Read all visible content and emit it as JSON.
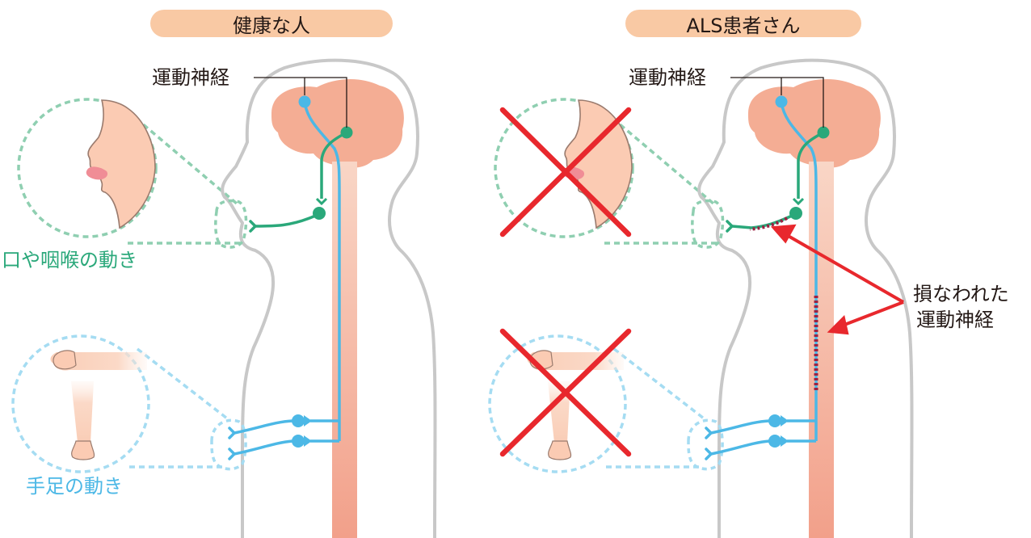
{
  "panels": {
    "healthy": {
      "title": "健康な人",
      "nerve_label": "運動神経"
    },
    "als": {
      "title": "ALS患者さん",
      "nerve_label": "運動神経"
    }
  },
  "captions": {
    "mouth": "口や咽喉の動き",
    "limbs": "手足の動き"
  },
  "damage_label": [
    "損なわれた",
    "運動神経"
  ],
  "colors": {
    "title_bg": "#f9c9a4",
    "upper_nerve": "#4cb8e6",
    "lower_nerve_mouth": "#2aa87a",
    "brain": "#f4ad94",
    "spinal_cord": "#f5b3a0",
    "outline": "#c8c8c8",
    "cross": "#e8282d",
    "damage": "#9a2242",
    "mouth_caption": "#2aa87a",
    "limbs_caption": "#4cb8e6"
  }
}
